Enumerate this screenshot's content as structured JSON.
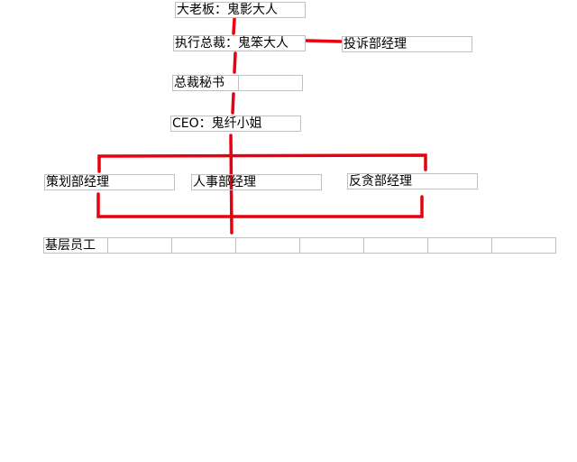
{
  "org": {
    "boss": "大老板：鬼影大人",
    "executive": "执行总裁：鬼笨大人",
    "complaints": "投诉部经理",
    "secretary": "总裁秘书",
    "ceo": "CEO：鬼纤小姐",
    "planning": "策划部经理",
    "hr": "人事部经理",
    "anticorruption": "反贪部经理",
    "staff": "基层员工"
  },
  "colors": {
    "connector": "#e8000e",
    "grid": "#c0c0c0"
  }
}
